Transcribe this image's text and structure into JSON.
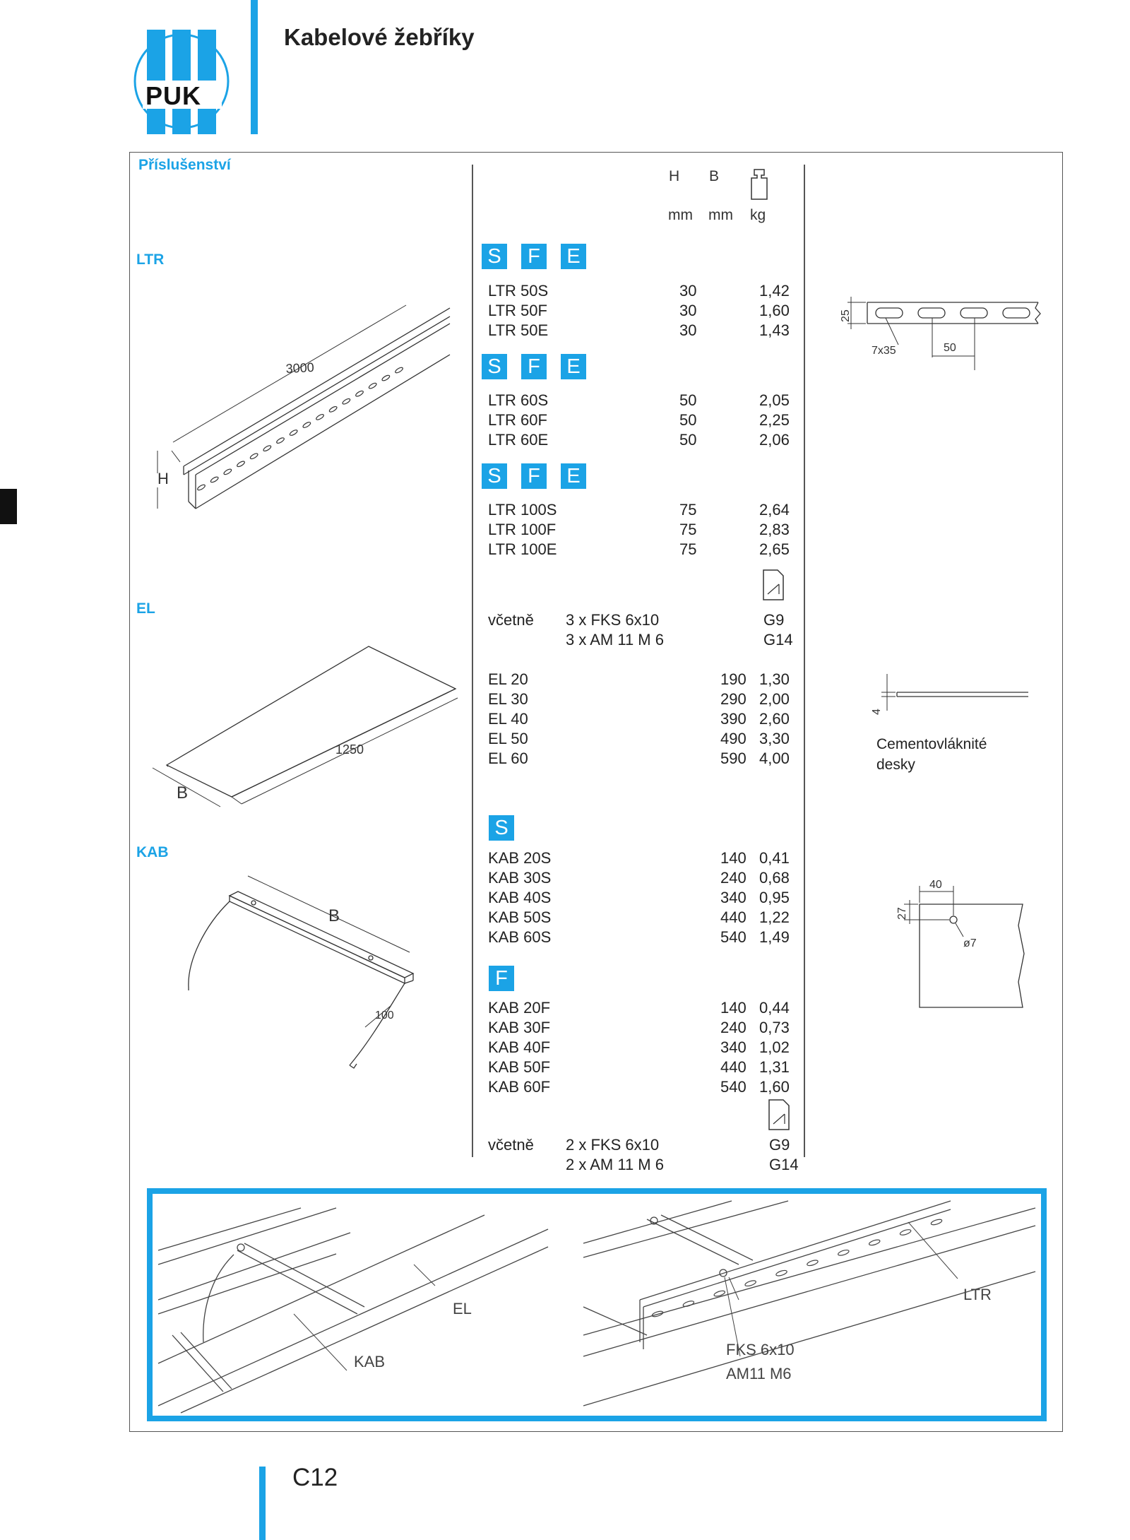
{
  "header": {
    "logo_text": "PUK",
    "title": "Kabelové žebříky"
  },
  "section_title": "Příslušenství",
  "columns": {
    "h": "H",
    "b": "B",
    "h_unit": "mm",
    "b_unit": "mm",
    "weight_unit": "kg",
    "weight_icon": "weight-icon"
  },
  "badges": {
    "s": "S",
    "f": "F",
    "e": "E"
  },
  "ltr": {
    "label": "LTR",
    "groups": [
      [
        {
          "name": "LTR 50S",
          "h": "30",
          "kg": "1,42"
        },
        {
          "name": "LTR 50F",
          "h": "30",
          "kg": "1,60"
        },
        {
          "name": "LTR 50E",
          "h": "30",
          "kg": "1,43"
        }
      ],
      [
        {
          "name": "LTR 60S",
          "h": "50",
          "kg": "2,05"
        },
        {
          "name": "LTR 60F",
          "h": "50",
          "kg": "2,25"
        },
        {
          "name": "LTR 60E",
          "h": "50",
          "kg": "2,06"
        }
      ],
      [
        {
          "name": "LTR 100S",
          "h": "75",
          "kg": "2,64"
        },
        {
          "name": "LTR 100F",
          "h": "75",
          "kg": "2,83"
        },
        {
          "name": "LTR 100E",
          "h": "75",
          "kg": "2,65"
        }
      ]
    ],
    "including": "včetně",
    "accessories": [
      {
        "qty": "3 x FKS 6x10",
        "ref": "G9"
      },
      {
        "qty": "3 x AM 11 M 6",
        "ref": "G14"
      }
    ],
    "drawing": {
      "length": "3000",
      "h": "H"
    },
    "detail": {
      "height": "25",
      "slot": "7x35",
      "pitch": "50"
    }
  },
  "el": {
    "label": "EL",
    "rows": [
      {
        "name": "EL 20",
        "b": "190",
        "kg": "1,30"
      },
      {
        "name": "EL 30",
        "b": "290",
        "kg": "2,00"
      },
      {
        "name": "EL 40",
        "b": "390",
        "kg": "2,60"
      },
      {
        "name": "EL 50",
        "b": "490",
        "kg": "3,30"
      },
      {
        "name": "EL 60",
        "b": "590",
        "kg": "4,00"
      }
    ],
    "drawing": {
      "length": "1250",
      "b": "B"
    },
    "detail": {
      "thickness": "4",
      "caption_line1": "Cementovláknité",
      "caption_line2": "desky"
    }
  },
  "kab": {
    "label": "KAB",
    "rows_s": [
      {
        "name": "KAB 20S",
        "b": "140",
        "kg": "0,41"
      },
      {
        "name": "KAB 30S",
        "b": "240",
        "kg": "0,68"
      },
      {
        "name": "KAB 40S",
        "b": "340",
        "kg": "0,95"
      },
      {
        "name": "KAB 50S",
        "b": "440",
        "kg": "1,22"
      },
      {
        "name": "KAB 60S",
        "b": "540",
        "kg": "1,49"
      }
    ],
    "rows_f": [
      {
        "name": "KAB 20F",
        "b": "140",
        "kg": "0,44"
      },
      {
        "name": "KAB 30F",
        "b": "240",
        "kg": "0,73"
      },
      {
        "name": "KAB 40F",
        "b": "340",
        "kg": "1,02"
      },
      {
        "name": "KAB 50F",
        "b": "440",
        "kg": "1,31"
      },
      {
        "name": "KAB 60F",
        "b": "540",
        "kg": "1,60"
      }
    ],
    "including": "včetně",
    "accessories": [
      {
        "qty": "2 x FKS 6x10",
        "ref": "G9"
      },
      {
        "qty": "2 x AM 11 M 6",
        "ref": "G14"
      }
    ],
    "drawing": {
      "b": "B",
      "radius": "100"
    },
    "detail": {
      "width": "40",
      "height": "27",
      "hole": "ø7"
    }
  },
  "assembly": {
    "left": {
      "el": "EL",
      "kab": "KAB"
    },
    "right": {
      "ltr": "LTR",
      "fks": "FKS 6x10",
      "am": "AM11 M6"
    }
  },
  "page_number": "C12",
  "colors": {
    "accent": "#1ba3e6",
    "text": "#222222",
    "line": "#555555"
  }
}
